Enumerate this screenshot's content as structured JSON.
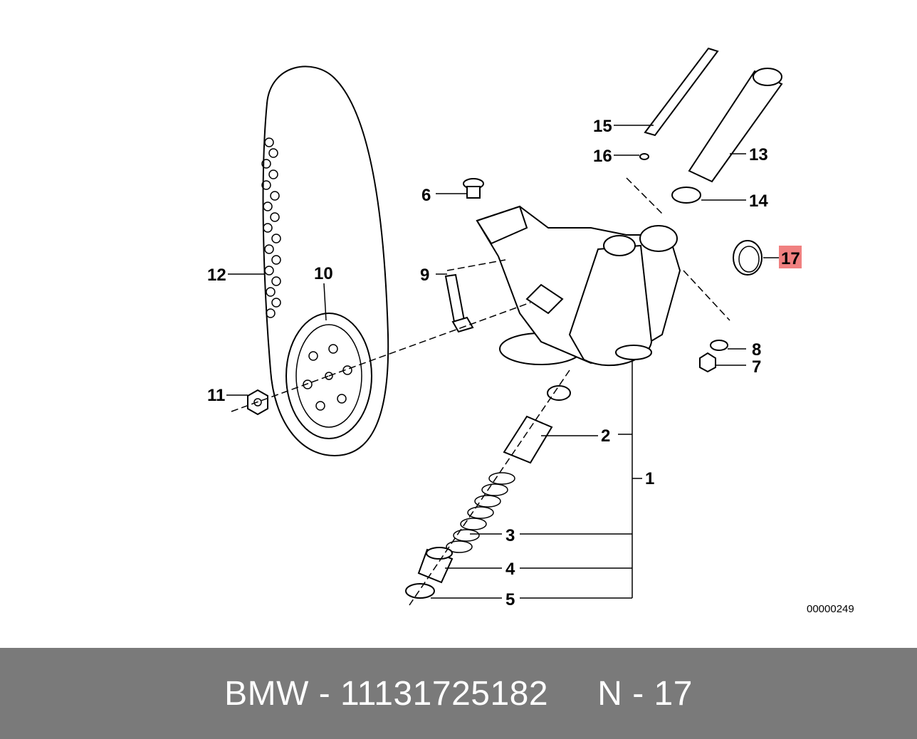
{
  "diagram": {
    "callouts": [
      {
        "id": "1",
        "label": "1",
        "highlighted": false
      },
      {
        "id": "2",
        "label": "2",
        "highlighted": false
      },
      {
        "id": "3",
        "label": "3",
        "highlighted": false
      },
      {
        "id": "4",
        "label": "4",
        "highlighted": false
      },
      {
        "id": "5",
        "label": "5",
        "highlighted": false
      },
      {
        "id": "6",
        "label": "6",
        "highlighted": false
      },
      {
        "id": "7",
        "label": "7",
        "highlighted": false
      },
      {
        "id": "8",
        "label": "8",
        "highlighted": false
      },
      {
        "id": "9",
        "label": "9",
        "highlighted": false
      },
      {
        "id": "10",
        "label": "10",
        "highlighted": false
      },
      {
        "id": "11",
        "label": "11",
        "highlighted": false
      },
      {
        "id": "12",
        "label": "12",
        "highlighted": false
      },
      {
        "id": "13",
        "label": "13",
        "highlighted": false
      },
      {
        "id": "14",
        "label": "14",
        "highlighted": false
      },
      {
        "id": "15",
        "label": "15",
        "highlighted": false
      },
      {
        "id": "16",
        "label": "16",
        "highlighted": false
      },
      {
        "id": "17",
        "label": "17",
        "highlighted": true
      }
    ],
    "reference_code": "00000249",
    "highlight_color": "#f08080"
  },
  "footer": {
    "text": "BMW - 11131725182     N - 17",
    "background": "#7a7a7a",
    "text_color": "#ffffff"
  }
}
